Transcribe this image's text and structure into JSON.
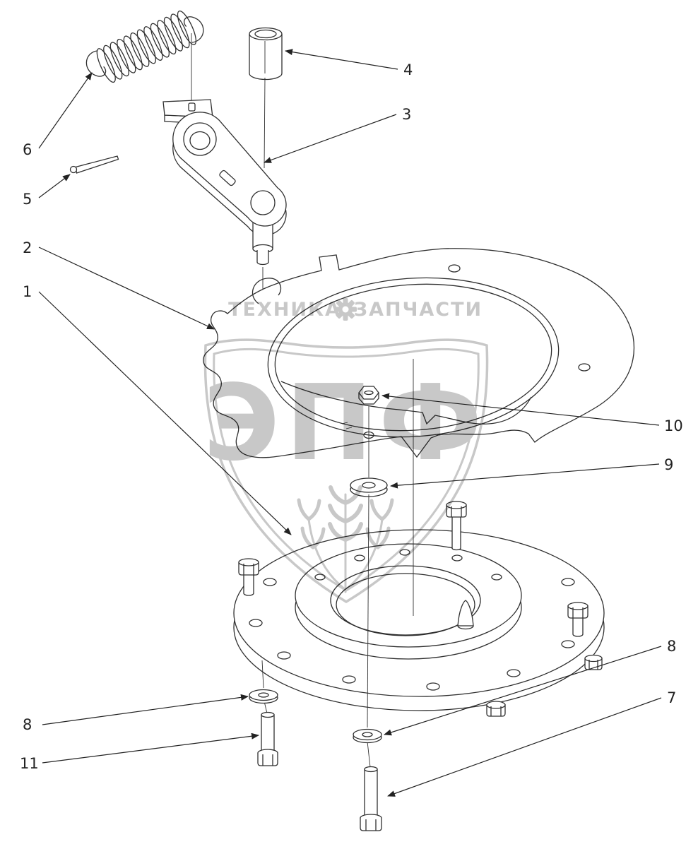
{
  "callouts": {
    "c1": "1",
    "c2": "2",
    "c3": "3",
    "c4": "4",
    "c5": "5",
    "c6": "6",
    "c7": "7",
    "c8": "8",
    "c8b": "8",
    "c9": "9",
    "c10": "10",
    "c11": "11"
  },
  "watermark": {
    "brand_left": "ТЕХНИКА",
    "brand_right": "ЗАПЧАСТИ",
    "shield_letters": "ЭПФ"
  },
  "colors": {
    "line": "#2f2f2f",
    "label": "#222222",
    "watermark": "#c8c8c8",
    "background": "#ffffff"
  }
}
